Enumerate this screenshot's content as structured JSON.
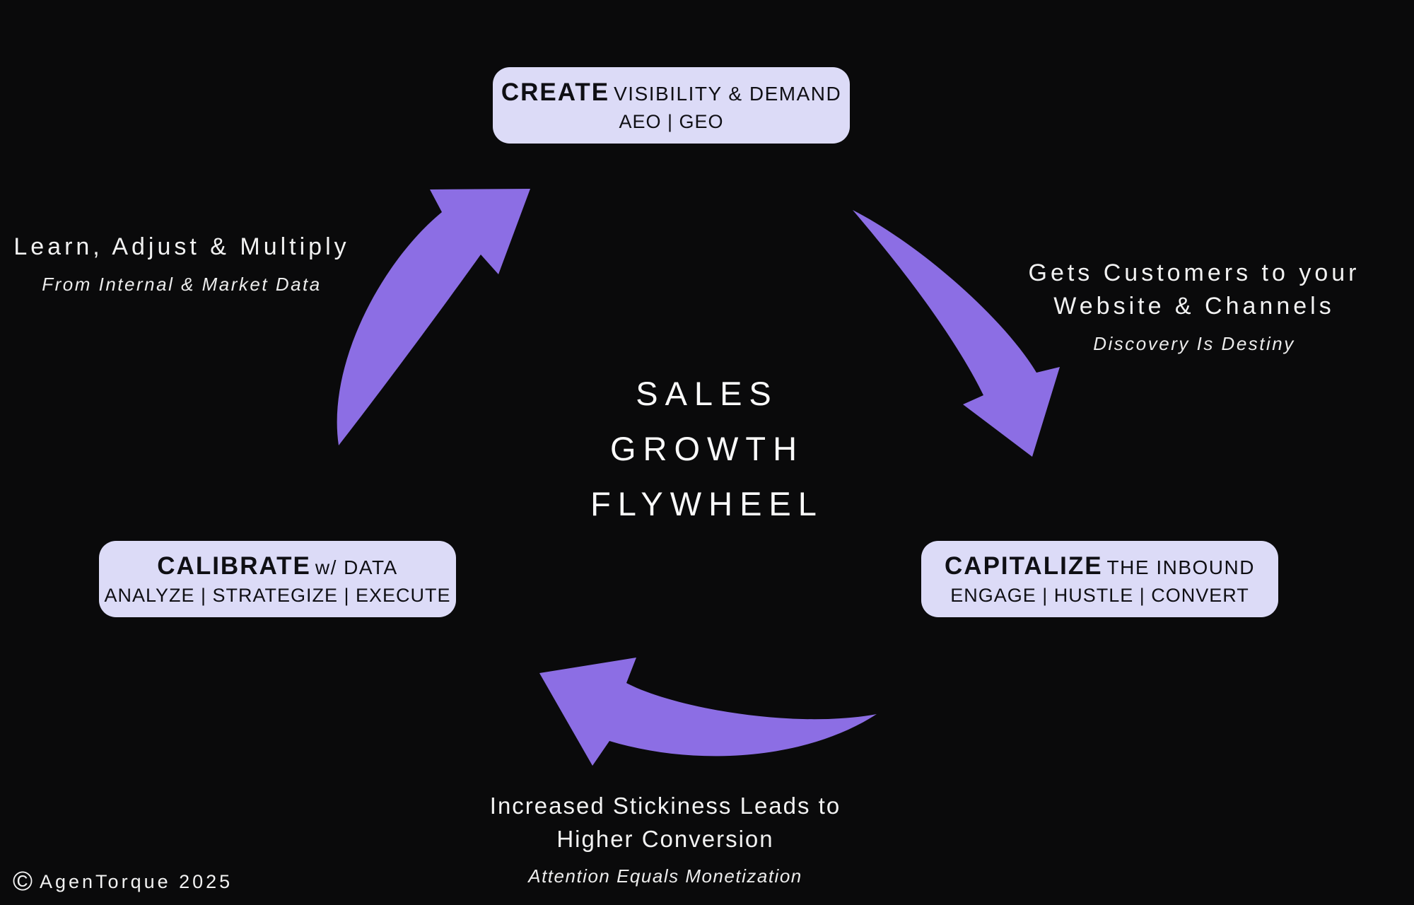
{
  "title": {
    "line1": "SALES",
    "line2": "GROWTH",
    "line3": "FLYWHEEL"
  },
  "nodes": {
    "create": {
      "heading_strong": "CREATE",
      "heading_rest": "VISIBILITY & DEMAND",
      "subline": "AEO | GEO"
    },
    "capitalize": {
      "heading_strong": "CAPITALIZE",
      "heading_rest": "THE INBOUND",
      "subline": "ENGAGE | HUSTLE | CONVERT"
    },
    "calibrate": {
      "heading_strong": "CALIBRATE",
      "heading_rest": "w/ DATA",
      "subline": "ANALYZE | STRATEGIZE | EXECUTE"
    }
  },
  "annotations": {
    "learn": {
      "line1": "Learn, Adjust & Multiply",
      "caption": "From Internal & Market Data"
    },
    "customers": {
      "line1": "Gets Customers to your",
      "line2": "Website & Channels",
      "caption": "Discovery Is Destiny"
    },
    "stickiness": {
      "line1": "Increased Stickiness Leads to",
      "line2": "Higher Conversion",
      "caption": "Attention Equals Monetization"
    }
  },
  "footer": {
    "copyright_symbol": "©",
    "copyright_text": "AgenTorque 2025"
  },
  "colors": {
    "background": "#0a0a0b",
    "arrow": "#8c6ee4",
    "node_fill": "#dcdbf7",
    "node_text": "#0f0f14"
  }
}
